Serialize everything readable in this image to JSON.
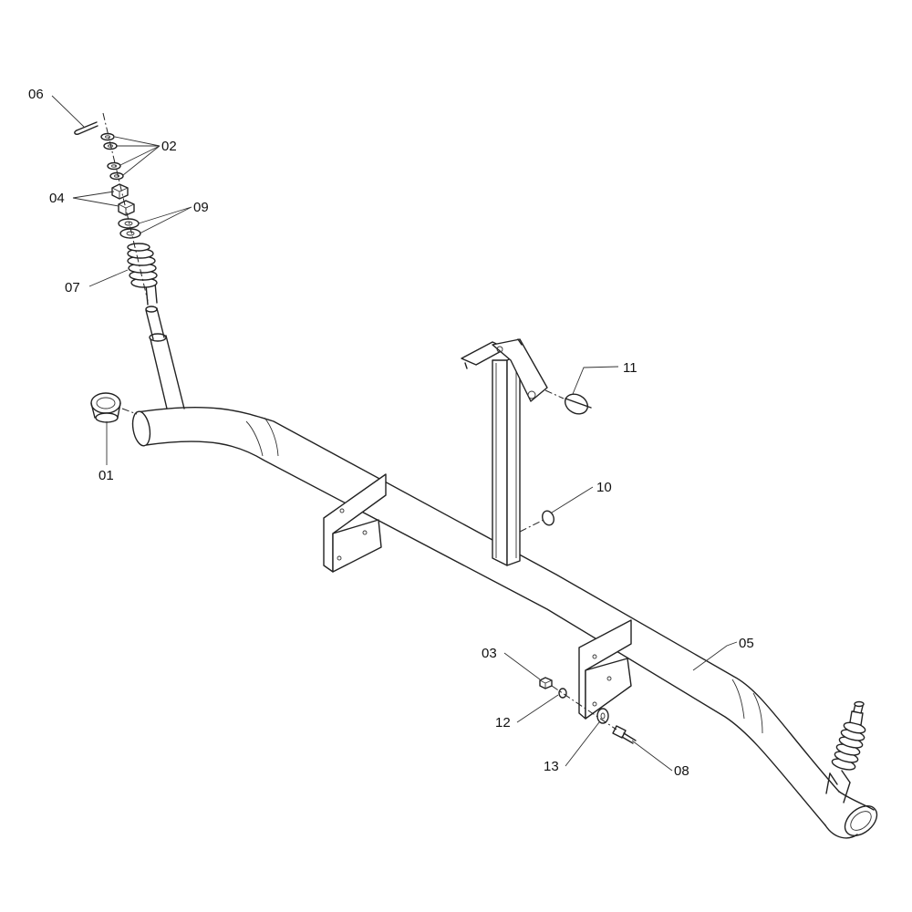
{
  "callouts": {
    "p01": "01",
    "p02": "02",
    "p03": "03",
    "p04": "04",
    "p05": "05",
    "p06": "06",
    "p07": "07",
    "p08": "08",
    "p09": "09",
    "p10": "10",
    "p11": "11",
    "p12": "12",
    "p13": "13"
  },
  "icons": {
    "frame": "axle-frame-drawing",
    "spring": "coil-spring-icon",
    "bushing": "bushing-icon"
  },
  "colors": {
    "line": "#222222",
    "background": "#ffffff"
  }
}
